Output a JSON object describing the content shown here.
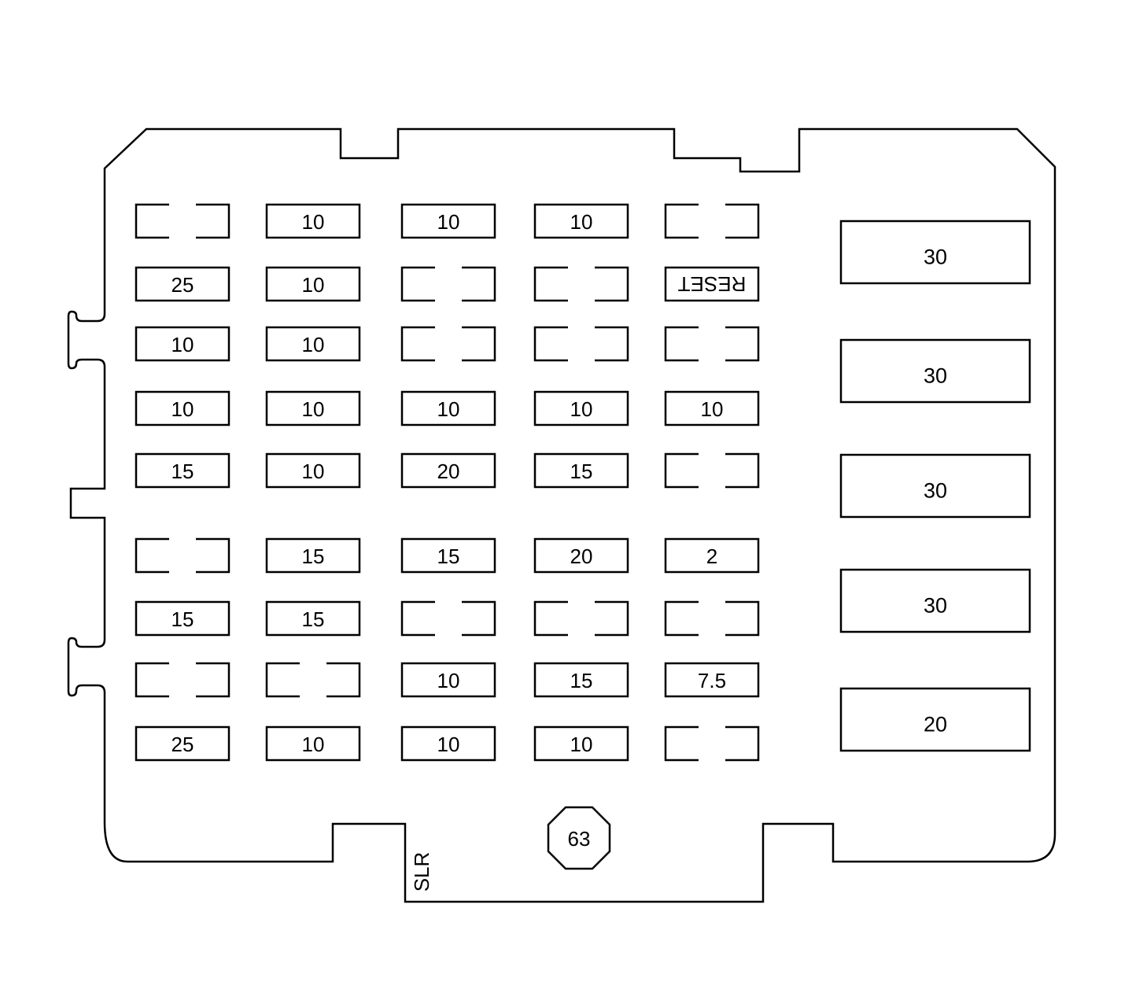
{
  "fuse_grid": [
    [
      "",
      "10",
      "10",
      "10",
      ""
    ],
    [
      "25",
      "10",
      "",
      "",
      "RESET"
    ],
    [
      "10",
      "10",
      "",
      "",
      ""
    ],
    [
      "10",
      "10",
      "10",
      "10",
      "10"
    ],
    [
      "15",
      "10",
      "20",
      "15",
      ""
    ],
    [
      "",
      "15",
      "15",
      "20",
      "2"
    ],
    [
      "15",
      "15",
      "",
      "",
      ""
    ],
    [
      "",
      "",
      "10",
      "15",
      "7.5"
    ],
    [
      "25",
      "10",
      "10",
      "10",
      ""
    ]
  ],
  "relays": [
    "30",
    "30",
    "30",
    "30",
    "20"
  ],
  "part_label": "63",
  "side_label": "SLR",
  "reset_mirrored": true
}
